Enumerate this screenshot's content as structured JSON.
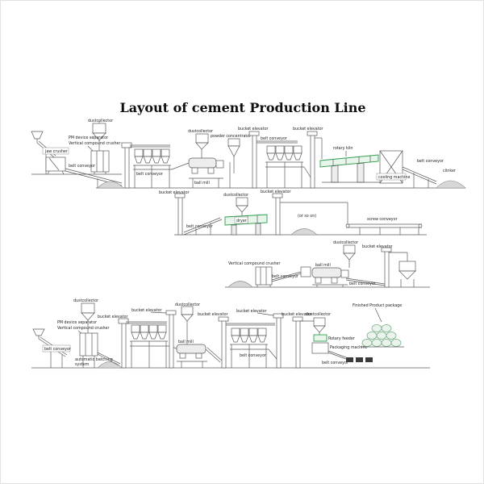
{
  "title": "Layout of cement Production Line",
  "labels": {
    "dustcollector": "dustcollector",
    "jaw_crusher": "jaw crusher",
    "pm_separator": "PM device separator",
    "vertical_crusher": "Vertical compound crusher",
    "belt_conveyor": "belt conveyor",
    "bucket_elevator": "bucket elevator",
    "powder_concentrator": "powder concentrator",
    "ball_mill": "ball mill",
    "rotary_kiln": "rotary kiln",
    "cooling_machine": "cooling machine",
    "clinker": "clinker",
    "dryer": "dryer",
    "or_so_on": "(or so on)",
    "screw_conveyor": "screw conveyor",
    "finished_product": "Finished Product package",
    "rotary_feeder": "Rotary feeder",
    "packaging_machine": "Packaging machine",
    "automatic_batching_1": "automatic batching",
    "automatic_batching_2": "system"
  }
}
